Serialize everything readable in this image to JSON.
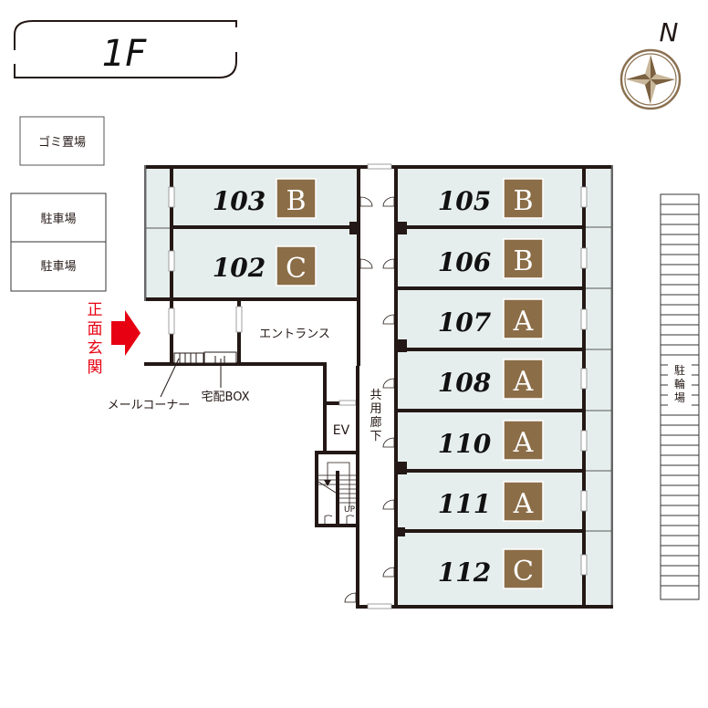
{
  "floor": {
    "label": "1F"
  },
  "compass": {
    "north_label": "N",
    "icon": "compass-rose-icon",
    "color": "#8a7050"
  },
  "colors": {
    "wall": "#231815",
    "unit_fill": "#e6eeed",
    "type_badge": "#8b6d47",
    "entrance_arrow": "#e60012",
    "entrance_text": "#e60012"
  },
  "outside": {
    "garbage": "ゴミ置場",
    "parking": [
      "駐車場",
      "駐車場"
    ],
    "bicycle_parking": [
      "駐",
      "輪",
      "場"
    ]
  },
  "entrance": {
    "main_entrance": [
      "正",
      "面",
      "玄",
      "関"
    ],
    "entrance_hall": "エントランス",
    "mail_corner": "メールコーナー",
    "delivery_box": "宅配BOX"
  },
  "core": {
    "elevator": "EV",
    "stairs_up": "UP",
    "corridor": [
      "共",
      "用",
      "廊",
      "下"
    ]
  },
  "units": [
    {
      "number": "103",
      "type": "B"
    },
    {
      "number": "102",
      "type": "C"
    },
    {
      "number": "105",
      "type": "B"
    },
    {
      "number": "106",
      "type": "B"
    },
    {
      "number": "107",
      "type": "A"
    },
    {
      "number": "108",
      "type": "A"
    },
    {
      "number": "110",
      "type": "A"
    },
    {
      "number": "111",
      "type": "A"
    },
    {
      "number": "112",
      "type": "C"
    }
  ]
}
